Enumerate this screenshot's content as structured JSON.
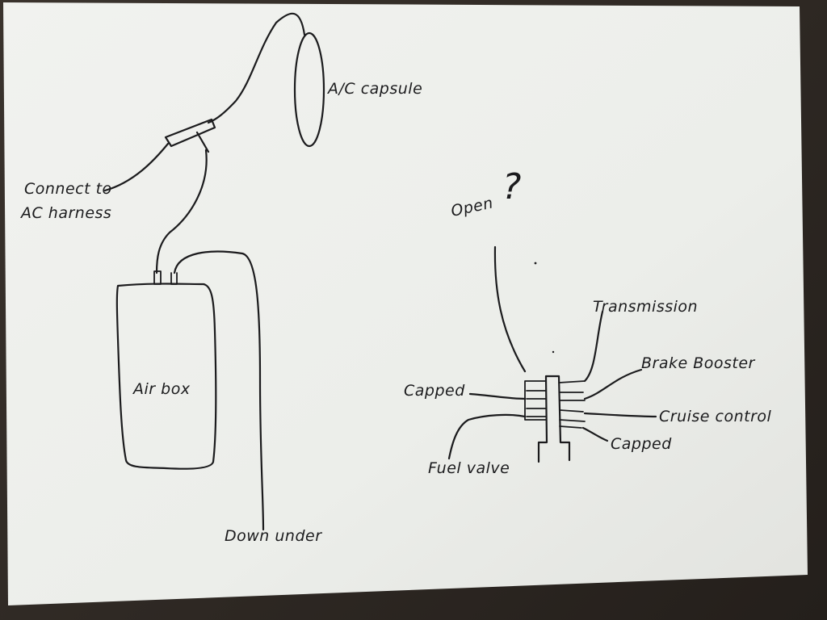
{
  "labels": {
    "ac_capsule": "A/C capsule",
    "connect_to_harness_line1": "Connect to",
    "connect_to_harness_line2": "AC harness",
    "air_box": "Air box",
    "down_under": "Down under",
    "open": "Open",
    "question_mark": "?",
    "transmission": "Transmission",
    "brake_booster": "Brake Booster",
    "capped_left": "Capped",
    "cruise_control": "Cruise control",
    "capped_right": "Capped",
    "fuel_valve": "Fuel valve"
  },
  "colors": {
    "paper": "#eeefec",
    "ink": "#1b1b1d",
    "background": "#2b2622"
  }
}
